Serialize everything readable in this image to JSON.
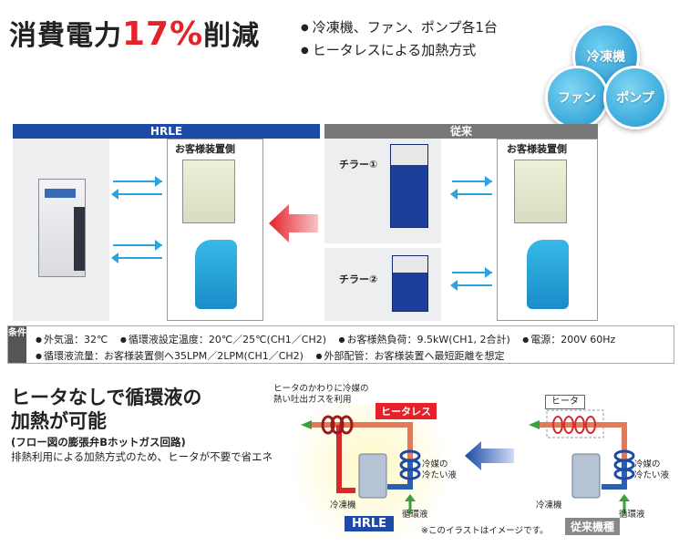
{
  "headline": {
    "prefix": "消費電力",
    "highlight": "17%",
    "suffix": "削減"
  },
  "bullets": [
    "冷凍機、ファン、ポンプ各1台",
    "ヒータレスによる加熱方式"
  ],
  "circles": {
    "top": "冷凍機",
    "left": "ファン",
    "right": "ポンプ"
  },
  "hrle_header": "HRLE",
  "conventional_header": "従来",
  "customer_device": "お客様装置側",
  "chiller1": "チラー①",
  "chiller2": "チラー②",
  "conditions_tag": "条件",
  "conditions_row1": [
    "外気温：32℃",
    "循環液設定温度：20℃／25℃(CH1／CH2)",
    "お客様熱負荷：9.5kW(CH1, 2合計)",
    "電源：200V 60Hz"
  ],
  "conditions_row2": [
    "循環液流量：お客様装置側へ35LPM／2LPM(CH1／CH2)",
    "外部配管：お客様装置へ最短距離を想定"
  ],
  "section_title": [
    "ヒータなしで循環液の",
    "加熱が可能"
  ],
  "section_sub": [
    "(フロー図の膨張弁Bホットガス回路)",
    "排熱利用による加熱方式のため、ヒータが不要で省エネ"
  ],
  "diagram": {
    "note_top": [
      "ヒータのかわりに冷媒の",
      "熱い吐出ガスを利用"
    ],
    "heaterless": "ヒータレス",
    "heater": "ヒータ",
    "cold_refrigerant": [
      "冷媒の",
      "冷たい液"
    ],
    "refrigerator": "冷凍機",
    "circulating": "循環液",
    "hrle": "HRLE",
    "conventional": "従来機種",
    "note": "※このイラストはイメージです。"
  },
  "colors": {
    "accent_red": "#e6212a",
    "blue": "#1c4aa6",
    "arrow": "#2ba3e0",
    "bar_dark": "#666666"
  }
}
